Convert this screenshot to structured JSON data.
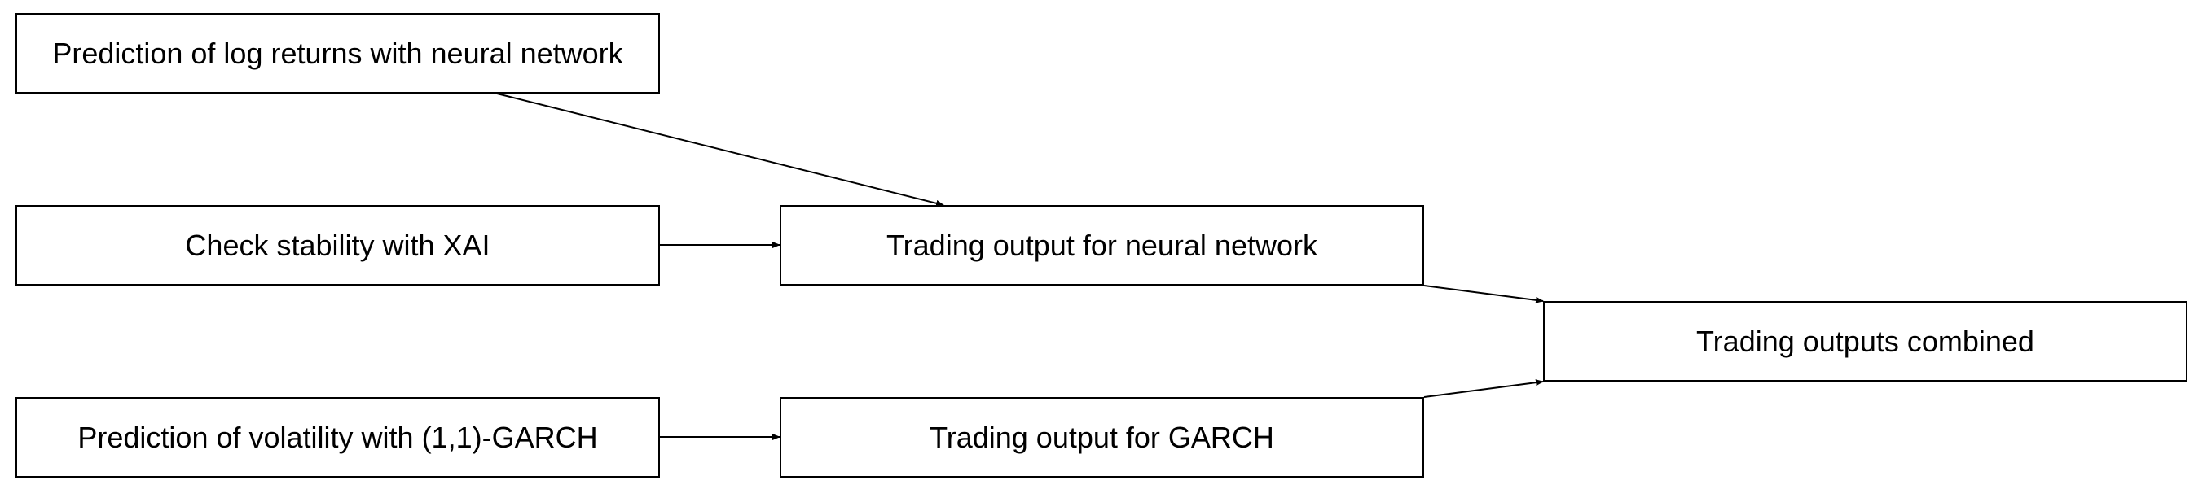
{
  "nodes": {
    "prediction_log_returns": "Prediction of log returns with neural network",
    "check_stability": "Check stability with XAI",
    "prediction_volatility": "Prediction of volatility with (1,1)-GARCH",
    "trading_output_nn": "Trading output for neural network",
    "trading_output_garch": "Trading output for GARCH",
    "trading_outputs_combined": "Trading outputs combined"
  },
  "edges": [
    {
      "from": "prediction_log_returns",
      "to": "trading_output_nn"
    },
    {
      "from": "check_stability",
      "to": "trading_output_nn"
    },
    {
      "from": "prediction_volatility",
      "to": "trading_output_garch"
    },
    {
      "from": "trading_output_nn",
      "to": "trading_outputs_combined"
    },
    {
      "from": "trading_output_garch",
      "to": "trading_outputs_combined"
    }
  ],
  "colors": {
    "stroke": "#000000",
    "fill": "#ffffff",
    "text": "#000000"
  }
}
